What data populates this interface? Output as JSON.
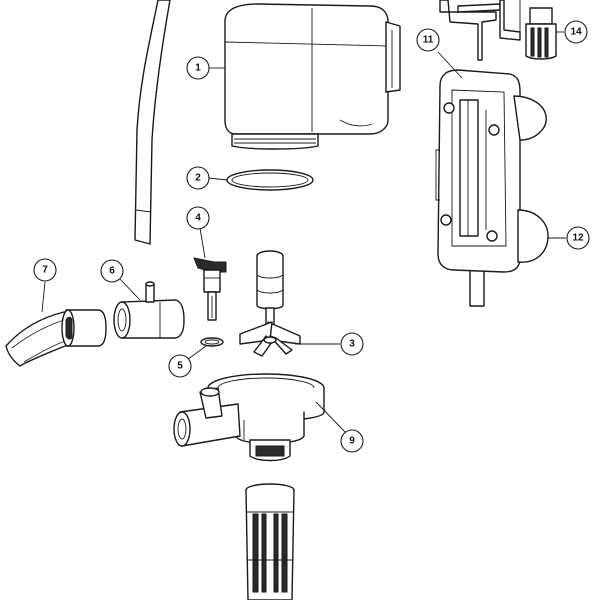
{
  "diagram": {
    "callouts": [
      {
        "id": "callout-1",
        "label": "1"
      },
      {
        "id": "callout-2",
        "label": "2"
      },
      {
        "id": "callout-3",
        "label": "3"
      },
      {
        "id": "callout-4",
        "label": "4"
      },
      {
        "id": "callout-5",
        "label": "5"
      },
      {
        "id": "callout-6",
        "label": "6"
      },
      {
        "id": "callout-7",
        "label": "7"
      },
      {
        "id": "callout-9",
        "label": "9"
      },
      {
        "id": "callout-11",
        "label": "11"
      },
      {
        "id": "callout-12",
        "label": "12"
      },
      {
        "id": "callout-14",
        "label": "14"
      }
    ]
  }
}
